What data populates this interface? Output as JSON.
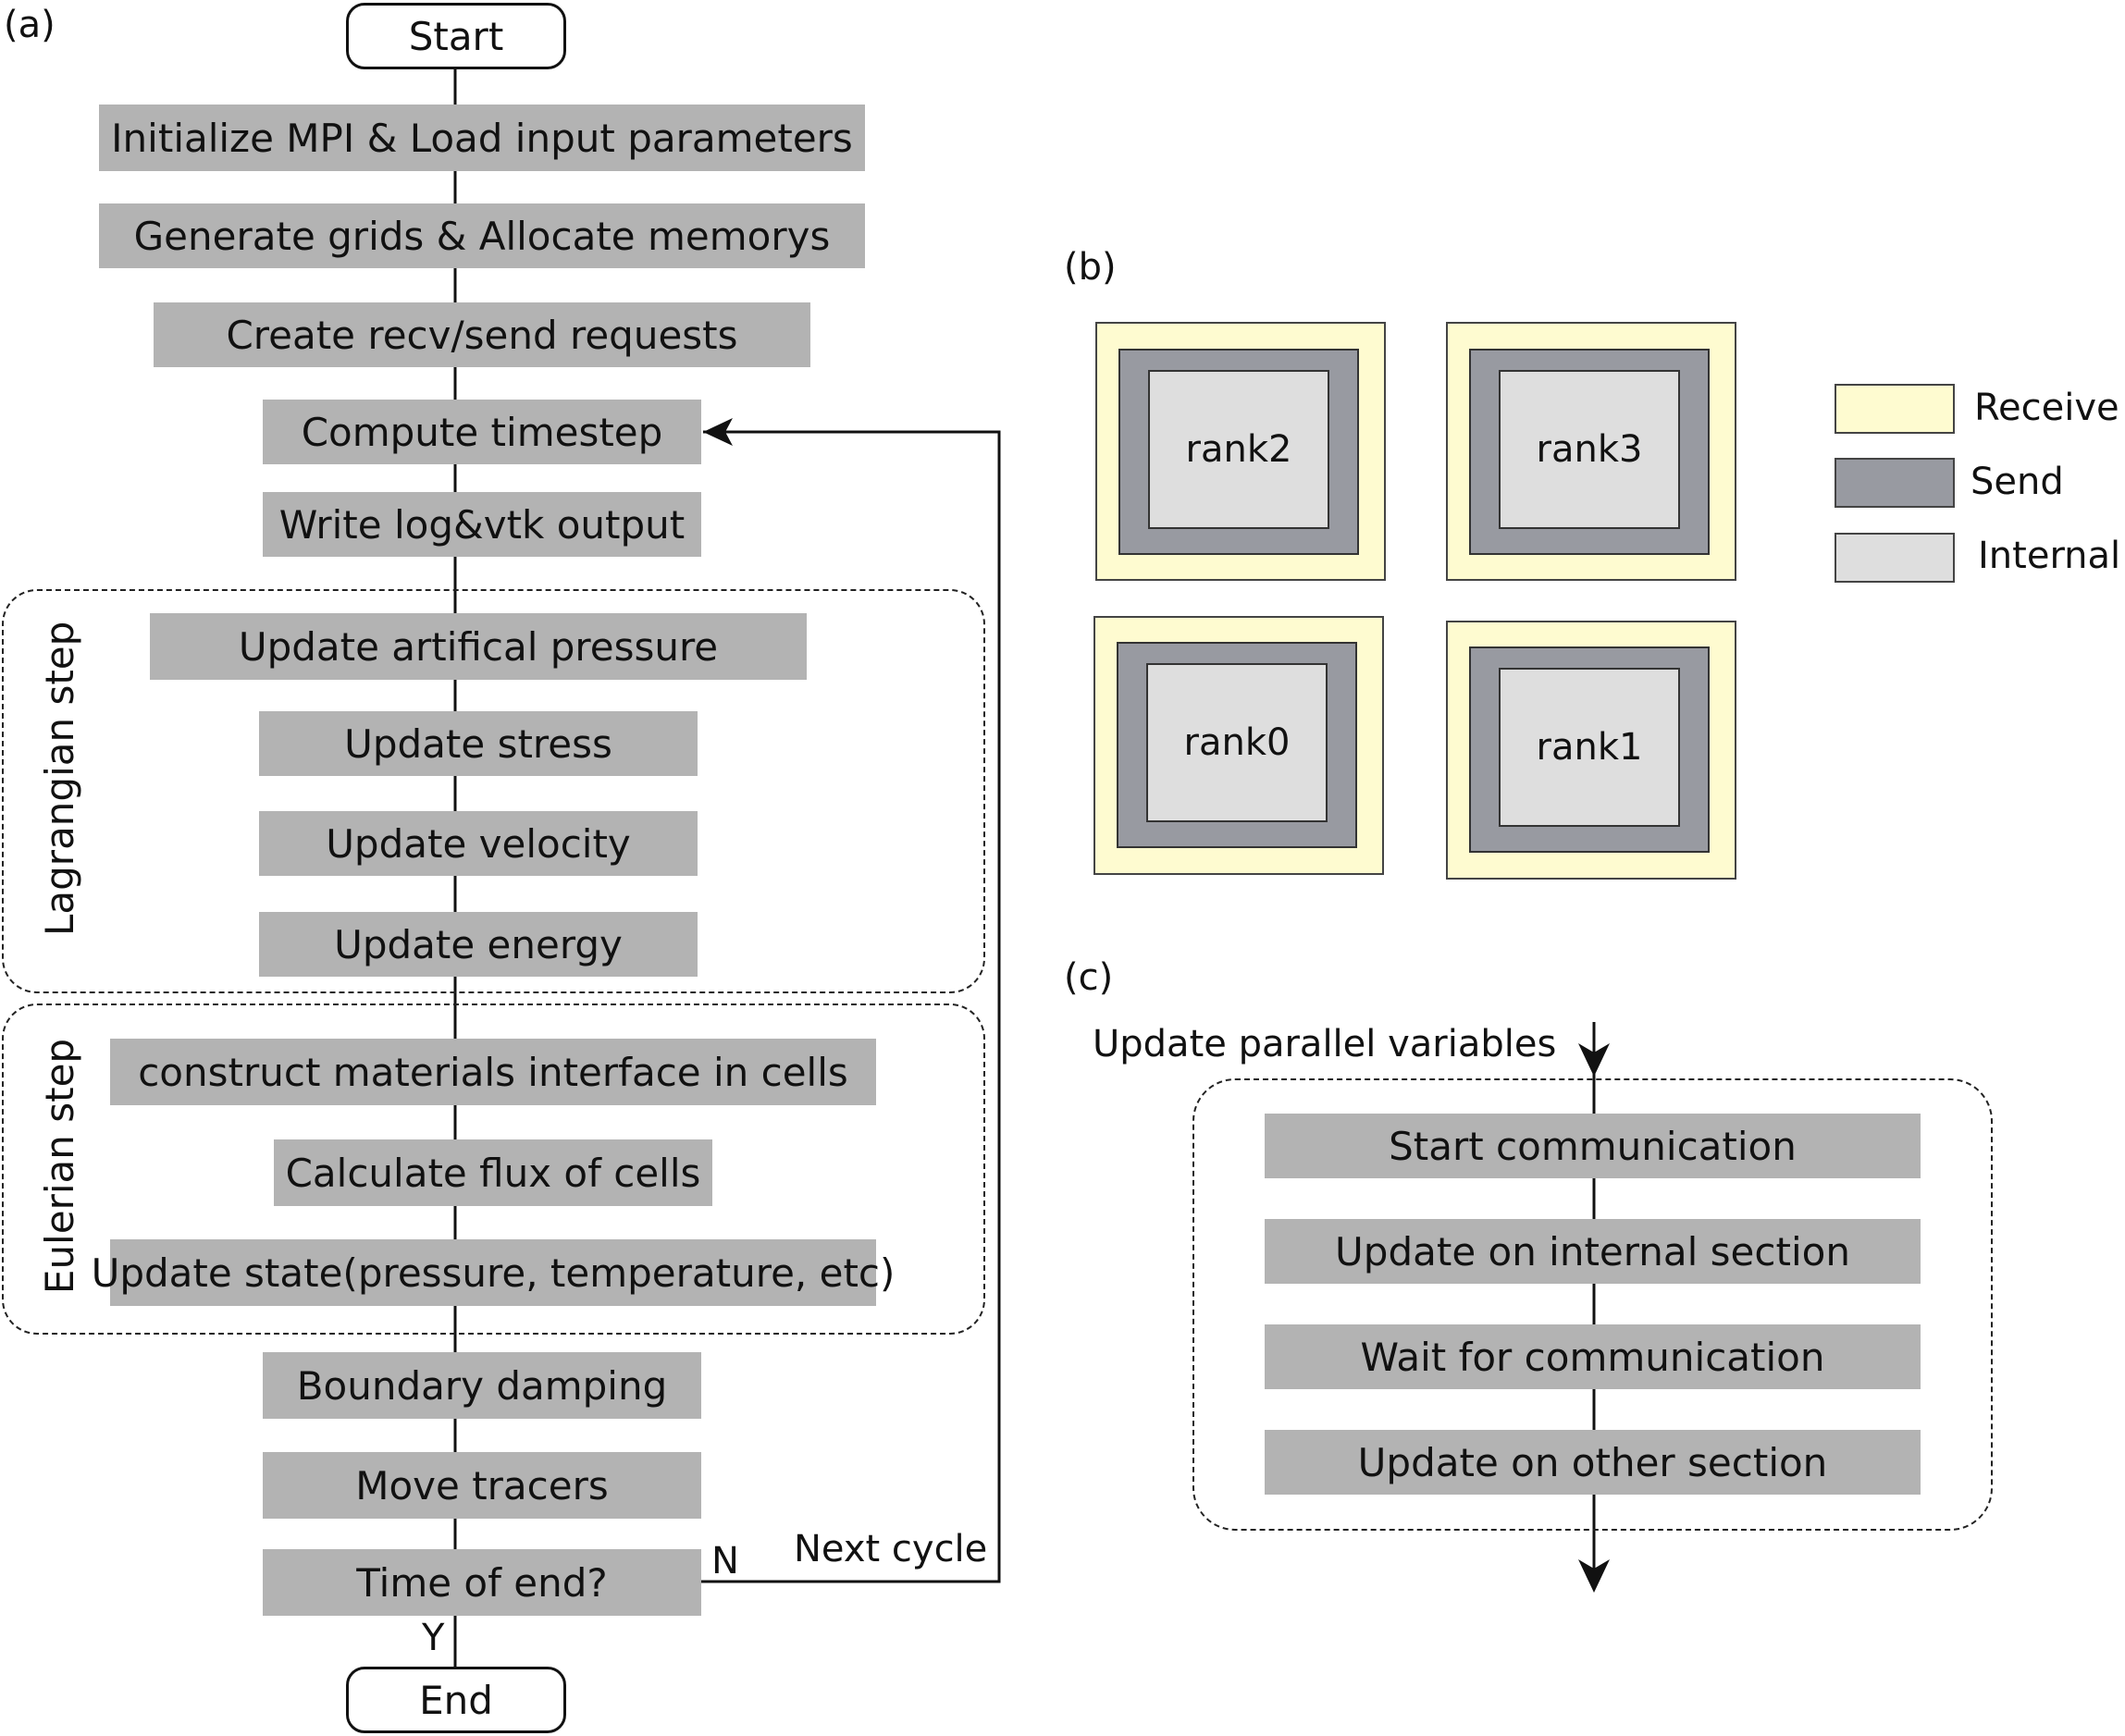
{
  "panels": {
    "a": "(a)",
    "b": "(b)",
    "c": "(c)"
  },
  "flowchart": {
    "start": "Start",
    "end": "End",
    "steps": {
      "init": "Initialize MPI & Load input parameters",
      "grids": "Generate grids & Allocate memorys",
      "requests": "Create recv/send requests",
      "timestep": "Compute timestep",
      "output": "Write log&vtk output",
      "artificial_pressure": "Update artifical pressure",
      "stress": "Update stress",
      "velocity": "Update velocity",
      "energy": "Update energy",
      "interface": "construct materials interface in cells",
      "flux": "Calculate flux of cells",
      "state": "Update state(pressure, temperature, etc)",
      "damping": "Boundary damping",
      "tracers": "Move tracers",
      "time_end": "Time of end?"
    },
    "groups": {
      "lagrangian": "Lagrangian step",
      "eulerian": "Eulerian step"
    },
    "branch": {
      "no": "N",
      "yes": "Y",
      "loop": "Next cycle"
    }
  },
  "ranks": {
    "rank2": "rank2",
    "rank3": "rank3",
    "rank0": "rank0",
    "rank1": "rank1"
  },
  "legend": {
    "receive": {
      "label": "Receive",
      "color": "#fefbd0"
    },
    "send": {
      "label": "Send",
      "color": "#989aa1"
    },
    "internal": {
      "label": "Internal",
      "color": "#dedede"
    }
  },
  "parallel": {
    "title": "Update parallel variables",
    "steps": {
      "start": "Start communication",
      "internal": "Update on internal section",
      "wait": "Wait for communication",
      "other": "Update on other section"
    }
  }
}
